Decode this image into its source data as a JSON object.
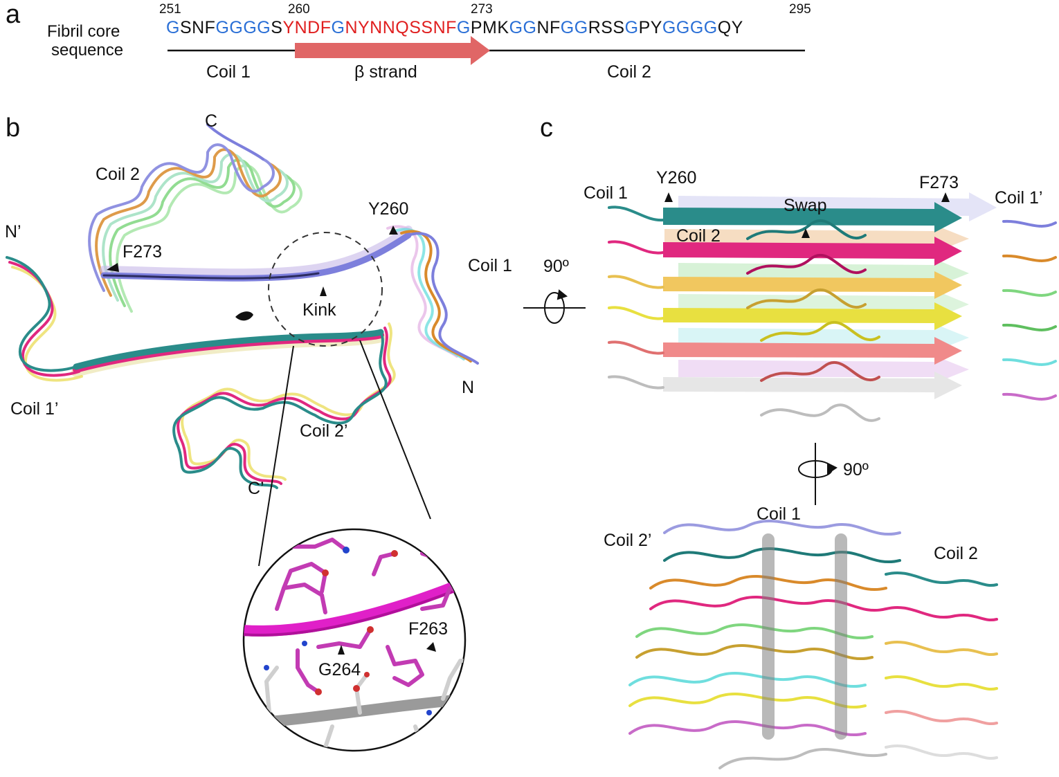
{
  "panel_a": {
    "letter": "a",
    "row_label_1": "Fibril core",
    "row_label_2": "sequence",
    "numbers": {
      "n251": "251",
      "n260": "260",
      "n273": "273",
      "n295": "295"
    },
    "sequence": [
      {
        "t": "G",
        "c": "#2a6fd6"
      },
      {
        "t": "SNF",
        "c": "#111111"
      },
      {
        "t": "GGGG",
        "c": "#2a6fd6"
      },
      {
        "t": "S",
        "c": "#111111"
      },
      {
        "t": "YNDF",
        "c": "#e01f1f"
      },
      {
        "t": "G",
        "c": "#2a6fd6"
      },
      {
        "t": "NYNNQSSNF",
        "c": "#e01f1f"
      },
      {
        "t": "G",
        "c": "#2a6fd6"
      },
      {
        "t": "PMK",
        "c": "#111111"
      },
      {
        "t": "GG",
        "c": "#2a6fd6"
      },
      {
        "t": "NF",
        "c": "#111111"
      },
      {
        "t": "GG",
        "c": "#2a6fd6"
      },
      {
        "t": "RSS",
        "c": "#111111"
      },
      {
        "t": "G",
        "c": "#2a6fd6"
      },
      {
        "t": "PY",
        "c": "#111111"
      },
      {
        "t": "GGGG",
        "c": "#2a6fd6"
      },
      {
        "t": "QY",
        "c": "#111111"
      }
    ],
    "segments": {
      "coil1": "Coil 1",
      "strand": "β strand",
      "coil2": "Coil 2"
    },
    "strand_color": "#e06666"
  },
  "panel_b": {
    "letter": "b",
    "labels": {
      "c": "C",
      "coil2": "Coil 2",
      "n_prime": "N’",
      "f273": "F273",
      "y260": "Y260",
      "coil1": "Coil 1",
      "kink": "Kink",
      "n": "N",
      "coil1_prime": "Coil 1’",
      "coil2_prime": "Coil 2’",
      "c_prime": "C’",
      "f263": "F263",
      "g264": "G264"
    }
  },
  "panel_c": {
    "letter": "c",
    "rotation_1": "90º",
    "rotation_2": "90º",
    "labels_top": {
      "coil1": "Coil 1",
      "y260": "Y260",
      "swap": "Swap",
      "f273": "F273",
      "coil1_prime": "Coil 1’",
      "coil2": "Coil 2"
    },
    "labels_bottom": {
      "coil1": "Coil 1",
      "coil2_prime": "Coil 2’",
      "coil2": "Coil 2"
    }
  },
  "colors": {
    "purple": "#7d7fdc",
    "orange": "#d98a2b",
    "green": "#7fd67f",
    "teal": "#2a8c8a",
    "magenta": "#e0287f",
    "yellow": "#e8d84a",
    "salmon": "#e88b8b",
    "gray": "#bdbdbd",
    "cyan": "#6fdede",
    "lime": "#7fcf6f"
  }
}
